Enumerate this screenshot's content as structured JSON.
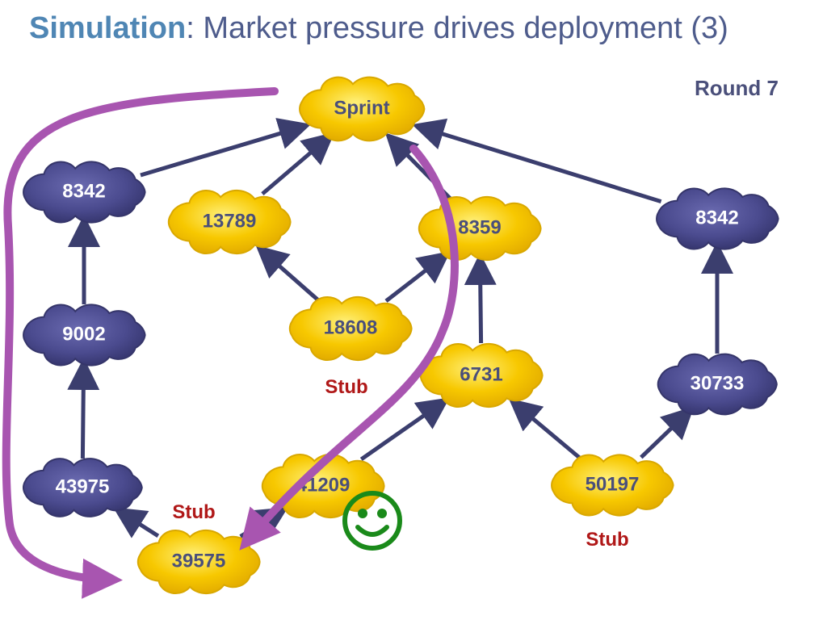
{
  "title": {
    "keyword": "Simulation",
    "rest": ": Market pressure drives deployment (3)"
  },
  "round": "Round 7",
  "nodes": [
    {
      "id": "sprint",
      "label": "Sprint",
      "kind": "secure"
    },
    {
      "id": "8342-left",
      "label": "8342",
      "kind": "insecure"
    },
    {
      "id": "13789",
      "label": "13789",
      "kind": "secure"
    },
    {
      "id": "8359",
      "label": "8359",
      "kind": "secure"
    },
    {
      "id": "8342-right",
      "label": "8342",
      "kind": "insecure"
    },
    {
      "id": "9002",
      "label": "9002",
      "kind": "insecure"
    },
    {
      "id": "18608",
      "label": "18608",
      "kind": "secure"
    },
    {
      "id": "6731",
      "label": "6731",
      "kind": "secure"
    },
    {
      "id": "30733",
      "label": "30733",
      "kind": "insecure"
    },
    {
      "id": "43975",
      "label": "43975",
      "kind": "insecure"
    },
    {
      "id": "41209",
      "label": "41209",
      "kind": "secure"
    },
    {
      "id": "50197",
      "label": "50197",
      "kind": "secure"
    },
    {
      "id": "39575",
      "label": "39575",
      "kind": "secure"
    }
  ],
  "stub_label": "Stub",
  "colors": {
    "secure": "#f7c800",
    "secure_stroke": "#d9a800",
    "insecure": "#4b4b8f",
    "insecure_stroke": "#35356a",
    "edge": "#3b3e6e",
    "route": "#a855b0",
    "smiley": "#1a8a1a"
  },
  "icons": {
    "happy": "smiley-icon"
  }
}
